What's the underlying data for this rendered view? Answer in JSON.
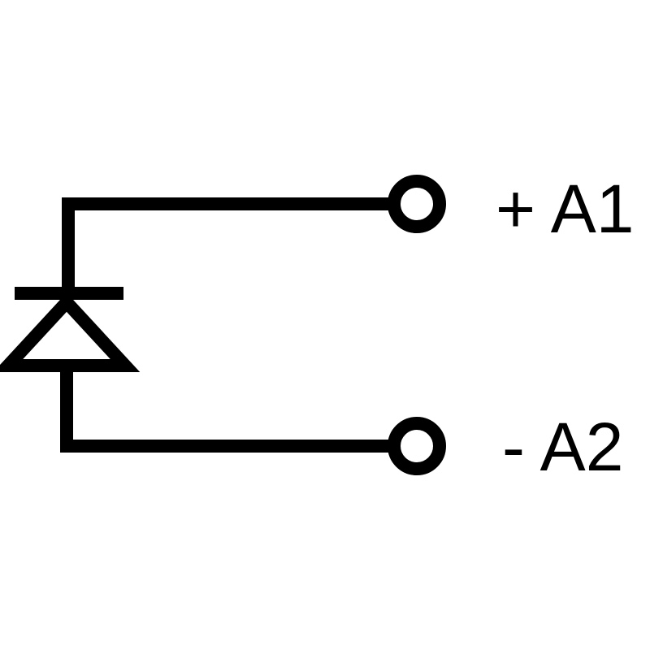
{
  "page": {
    "background_color": "#ffffff"
  },
  "diagram": {
    "kind": "circuit-schematic",
    "component": "diode",
    "line_color": "#000000",
    "terminals": [
      {
        "id": "A1",
        "polarity": "+",
        "label": "+ A1"
      },
      {
        "id": "A2",
        "polarity": "-",
        "label": "- A2"
      }
    ]
  }
}
